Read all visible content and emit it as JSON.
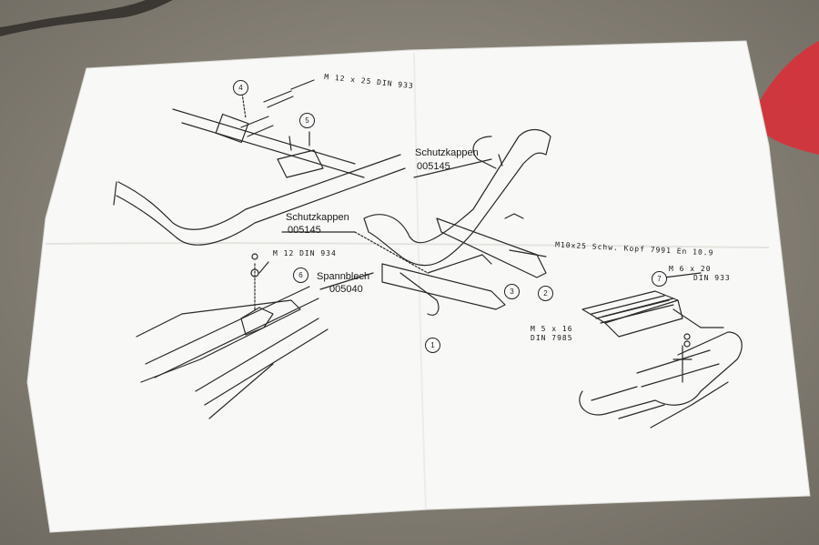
{
  "labels": {
    "bolt_m12x25": "M 12 x 25 DIN 933",
    "nut_m12": "M 12 DIN 934",
    "cap_top_name": "Schutzkappen",
    "cap_top_number": "005145",
    "cap_mid_name": "Schutzkappen",
    "cap_mid_number": "005145",
    "plate_name": "Spannblech",
    "plate_number": "005040",
    "bolt_m10x25": "M10x25 Schw. Kopf 7991 En 10.9",
    "bolt_m6x20_a": "M 6 x 20",
    "bolt_m6x20_b": "DIN 933",
    "screw_m5_a": "M 5 x 16",
    "screw_m5_b": "DIN 7985"
  },
  "callouts": [
    "1",
    "2",
    "3",
    "4",
    "5",
    "6",
    "7"
  ],
  "colors": {
    "floor": "#8a8478",
    "paper": "#f7f7f5",
    "ink": "#1a1a1a",
    "paint_mark": "#e0303a"
  }
}
